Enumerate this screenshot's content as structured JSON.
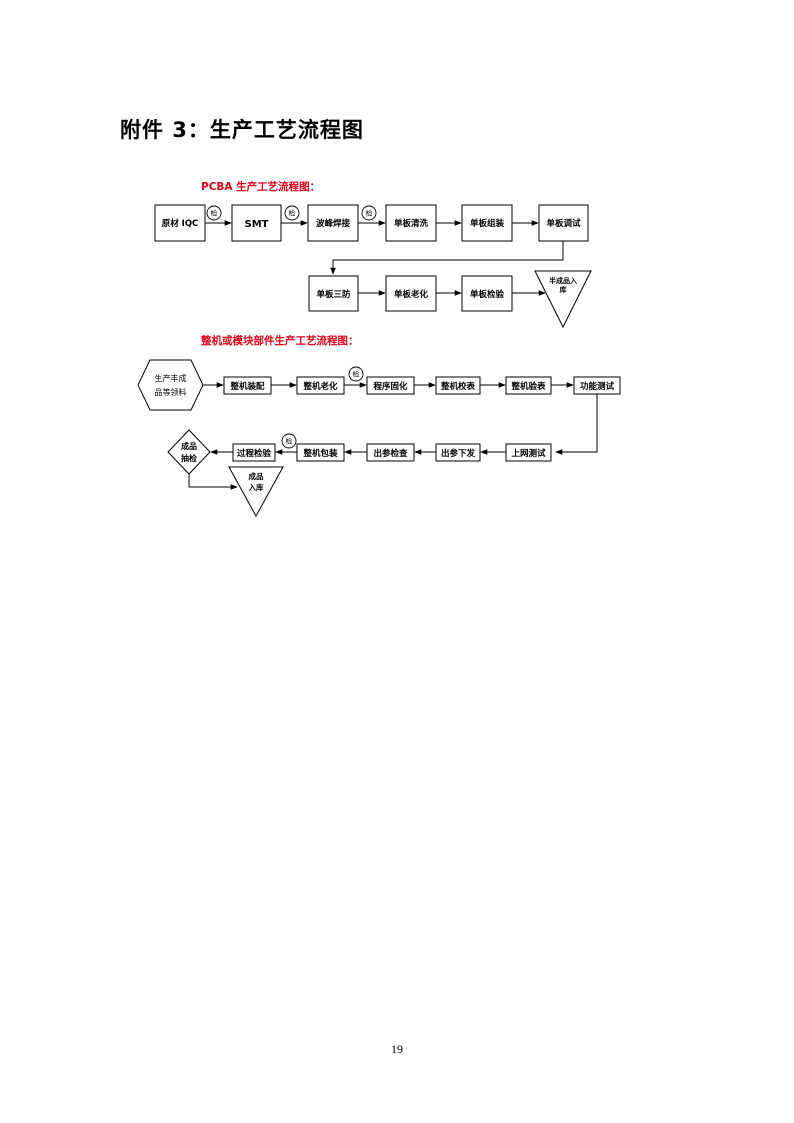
{
  "document": {
    "heading": "附件 3：生产工艺流程图",
    "page_number": "19"
  },
  "pcba": {
    "title": "PCBA 生产工艺流程图：",
    "inspection_label": "检",
    "steps": {
      "raw_material_iqc": "原材 IQC",
      "smt": "SMT",
      "wave_soldering": "波峰焊接",
      "board_cleaning": "单板清洗",
      "board_assembly": "单板组装",
      "board_debug": "单板调试",
      "conformal_coating": "单板三防",
      "board_aging": "单板老化",
      "board_inspection": "单板检验",
      "semi_finished_storage": [
        "半成品入",
        "库"
      ]
    }
  },
  "machine": {
    "title": "整机或模块部件生产工艺流程图：",
    "inspection_label": "检",
    "steps": {
      "material_requisition": [
        "生产丰成",
        "品等领料"
      ],
      "machine_assembly": "整机装配",
      "machine_aging": "整机老化",
      "program_firmware": "程序固化",
      "machine_calibration": "整机校表",
      "machine_meter_check": "整机验表",
      "function_test": "功能测试",
      "network_test": "上网测试",
      "parameter_download": "出参下发",
      "parameter_check": "出参检查",
      "machine_packaging": "整机包装",
      "process_inspection": "过程检验",
      "finished_sampling": [
        "成品",
        "抽检"
      ],
      "finished_storage": [
        "成品",
        "入库"
      ]
    }
  }
}
